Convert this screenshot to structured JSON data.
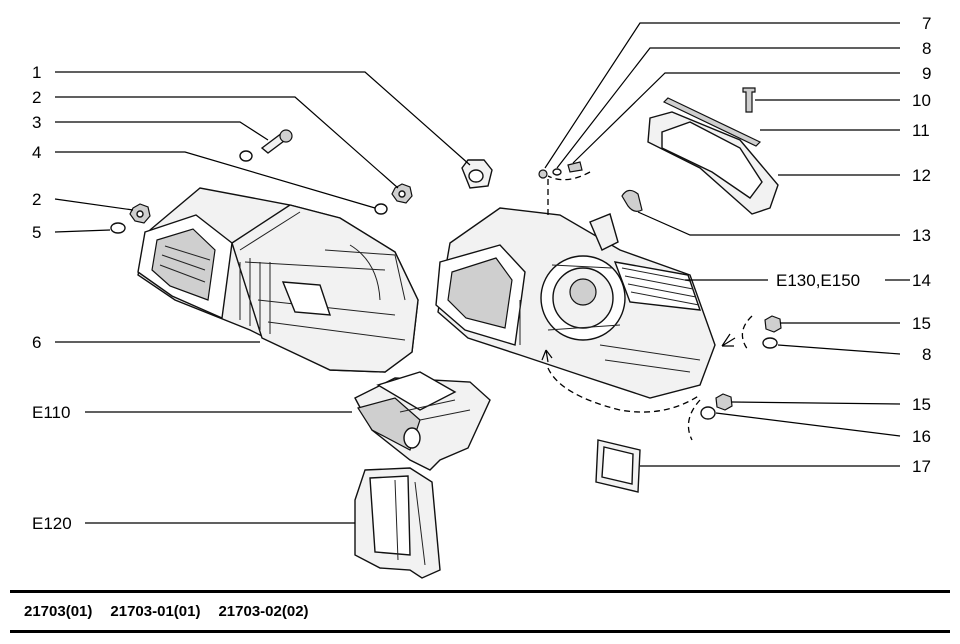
{
  "labels": {
    "l1": "1",
    "l2a": "2",
    "l3": "3",
    "l4": "4",
    "l2b": "2",
    "l5": "5",
    "l6": "6",
    "l7": "7",
    "l8a": "8",
    "l9": "9",
    "l10": "10",
    "l11": "11",
    "l12": "12",
    "l13": "13",
    "l14_variant": "E130,E150",
    "l14": "14",
    "l15a": "15",
    "l8b": "8",
    "l15b": "15",
    "l16": "16",
    "l17": "17",
    "e110": "E110",
    "e120": "E120"
  },
  "footer": {
    "codes": [
      "21703(01)",
      "21703-01(01)",
      "21703-02(02)"
    ]
  }
}
